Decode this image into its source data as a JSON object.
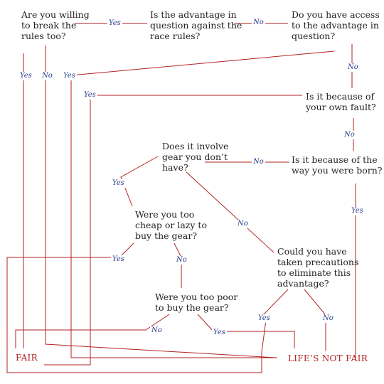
{
  "questions": {
    "q1": "Are you willing\nto break the\nrules too?",
    "q2": "Is the advantage in\nquestion against the\nrace rules?",
    "q3": "Do you have access\nto the advantage in\nquestion?",
    "q4": "Is it because of\nyour own fault?",
    "q5": "Does it involve\ngear you don’t\nhave?",
    "q6": "Is it because of the\nway you were born?",
    "q7": "Were you too\ncheap or lazy to\nbuy the gear?",
    "q8": "Could you have\ntaken precautions\nto eliminate this\nadvantage?",
    "q9": "Were you too poor\nto buy the gear?"
  },
  "labels": {
    "q1_yes_left": "Yes",
    "q1_no": "No",
    "q1_q2_yes": "Yes",
    "q2_q3_no": "No",
    "q3_yes": "Yes",
    "q3_no": "No",
    "q4_yes": "Yes",
    "q4_no": "No",
    "q5_yes": "Yes",
    "q5_no_right": "No",
    "q5_no_down": "No",
    "q6_yes": "Yes",
    "q7_yes": "Yes",
    "q7_no": "No",
    "q8_yes": "Yes",
    "q8_no": "No",
    "q9_no": "No",
    "q9_yes": "Yes"
  },
  "outcomes": {
    "fair": "FAIR",
    "not_fair": "LIFE’S NOT FAIR"
  },
  "colors": {
    "line": "#b22222",
    "label": "#2a3c8c",
    "outcome": "#b22222",
    "text": "#1f1f1f"
  }
}
